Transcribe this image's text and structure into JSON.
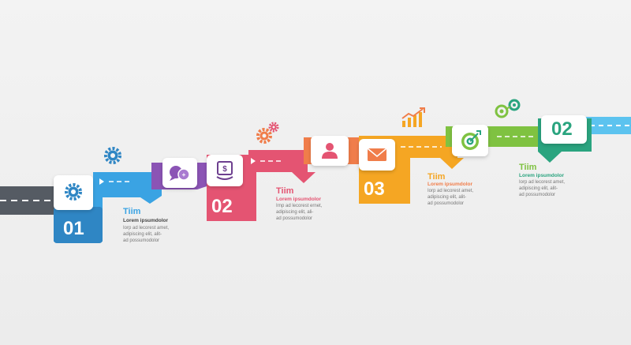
{
  "colors": {
    "road": "#555b63",
    "blue": "#3aa3e3",
    "blue_dark": "#2f86c4",
    "purple": "#8b54b5",
    "pink": "#e45472",
    "orange": "#f07d4a",
    "yellow": "#f5a623",
    "green": "#7fc241",
    "teal": "#2aa47f",
    "light_blue": "#5cc3ef"
  },
  "steps": [
    {
      "number": "01",
      "title": "Tiim",
      "subtitle": "Lorem ipsumdolor",
      "body": [
        "Iorp ad lecorest amet,",
        "adipiscing elit, alit-",
        "ad possumodolor"
      ],
      "icon": "gear-icon",
      "color": "#3aa3e3"
    },
    {
      "number": "02",
      "title": "Tiim",
      "subtitle": "Lorem ipsumdolor",
      "body": [
        "Irnp ad lecorest ernet,",
        "adipiscing elit, ali-",
        "ad possumodolor"
      ],
      "icon": "money-board-icon",
      "color": "#e45472"
    },
    {
      "number": "03",
      "title": "Tiim",
      "subtitle": "Lorem ipsumdolor",
      "body": [
        "Iorp ad lecorest amet,",
        "adipiscing elit, alit-",
        "ad possumodolor"
      ],
      "icon": "envelope-icon",
      "color": "#f5a623"
    },
    {
      "number": "02",
      "title": "Tiim",
      "subtitle": "Lorem ipsumdolor",
      "body": [
        "Iorp ad lecorest amet,",
        "adipiscing elit, alit-",
        "ad possumodolor"
      ],
      "icon": "target-icon",
      "color": "#2aa47f"
    }
  ],
  "extra_icons": [
    "chat-bubbles-icon",
    "person-icon",
    "bar-chart-icon",
    "floating-gear-icon",
    "floating-gears-icon",
    "coins-icon"
  ]
}
